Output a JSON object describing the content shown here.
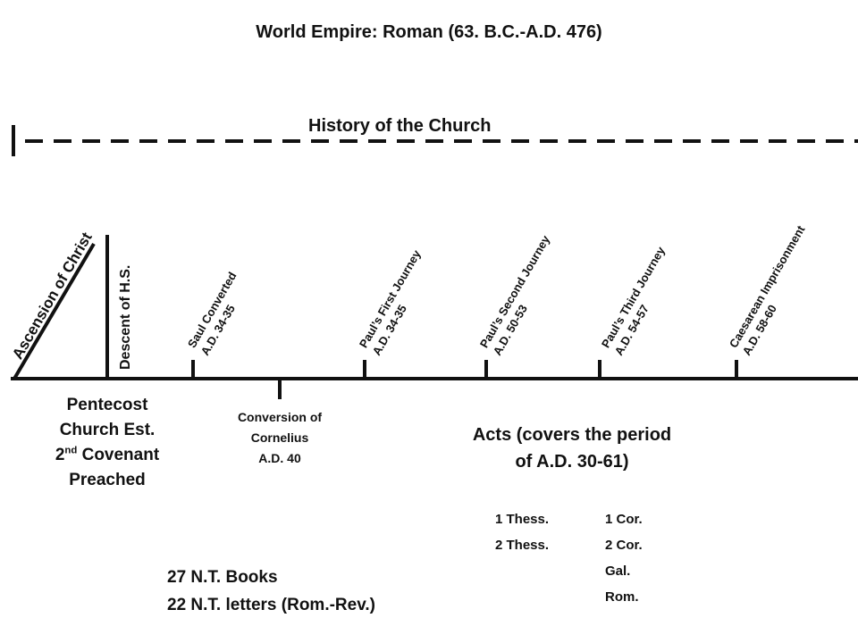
{
  "title": "World Empire: Roman (63. B.C.-A.D. 476)",
  "church_line_label": "History of the Church",
  "events": {
    "ascension": "Ascension of Christ",
    "descent": "Descent of H.S.",
    "saul": {
      "line1": "Saul Converted",
      "line2": "A.D. 34-35"
    },
    "first_journey": {
      "line1": "Paul’s First Journey",
      "line2": "A.D. 34-35"
    },
    "second_journey": {
      "line1": "Paul’s Second Journey",
      "line2": "A.D. 50-53"
    },
    "third_journey": {
      "line1": "Paul’s Third Journey",
      "line2": "A.D. 54-57"
    },
    "caesarean": {
      "line1": "Caesarean Imprisonment",
      "line2": "A.D. 58-60"
    }
  },
  "pentecost": {
    "line1": "Pentecost",
    "line2": "Church Est.",
    "line3_pre": "2",
    "line3_sup": "nd",
    "line3_post": " Covenant",
    "line4": "Preached"
  },
  "cornelius": {
    "line1": "Conversion of",
    "line2": "Cornelius",
    "line3": "A.D. 40"
  },
  "acts": {
    "line1": "Acts (covers the period",
    "line2": "of A.D. 30-61)"
  },
  "letters_col1": [
    "1 Thess.",
    "2 Thess."
  ],
  "letters_col2": [
    "1 Cor.",
    "2 Cor.",
    "Gal.",
    "Rom."
  ],
  "books": {
    "line1": "27 N.T. Books",
    "line2": "22 N.T. letters (Rom.-Rev.)"
  },
  "colors": {
    "ink": "#111111",
    "background": "#ffffff"
  }
}
